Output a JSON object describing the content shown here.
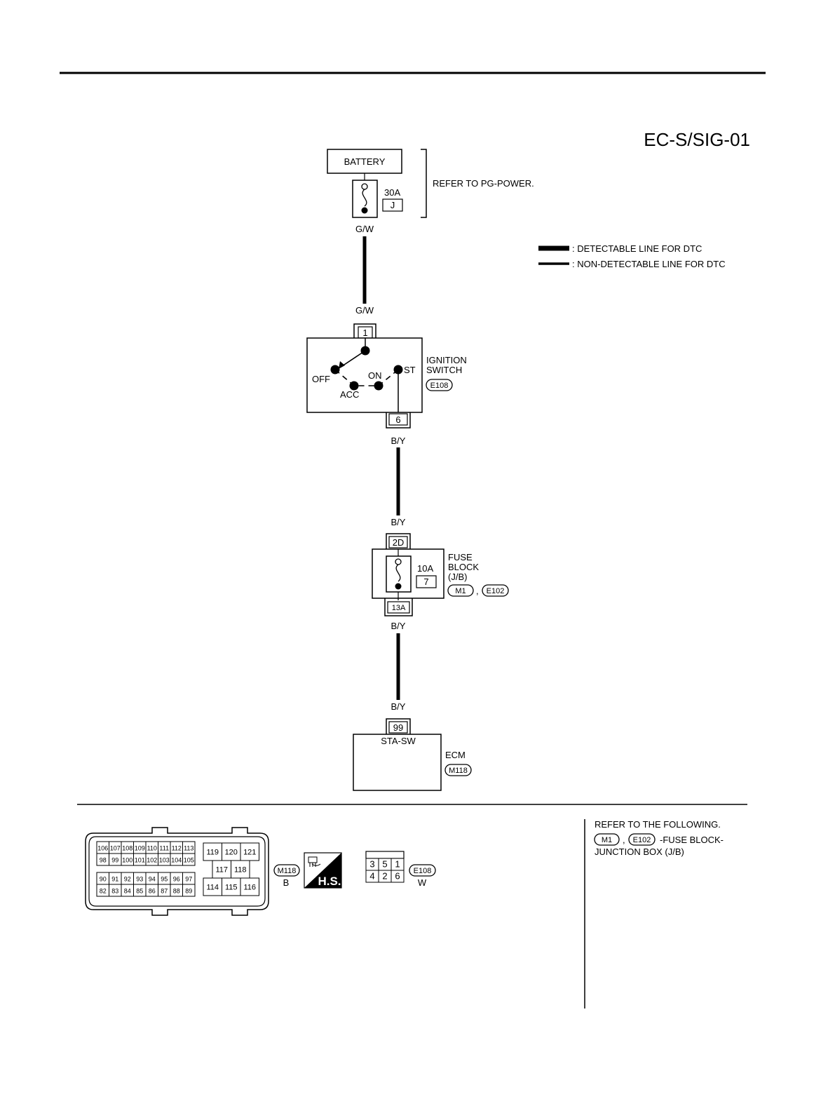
{
  "diagram_code": "EC-S/SIG-01",
  "battery": {
    "label": "BATTERY",
    "fuse_amp": "30A",
    "fuse_id": "J",
    "refer_text": "REFER TO PG-POWER."
  },
  "legend": {
    "detectable": ": DETECTABLE LINE FOR DTC",
    "non_detectable": ": NON-DETECTABLE LINE FOR DTC"
  },
  "wires": {
    "gw_top": "G/W",
    "gw_bottom": "G/W",
    "by_1": "B/Y",
    "by_2": "B/Y",
    "by_3": "B/Y",
    "by_4": "B/Y"
  },
  "ignition_switch": {
    "pin_in": "1",
    "pin_out": "6",
    "title_line1": "IGNITION",
    "title_line2": "SWITCH",
    "connector": "E108",
    "pos_off": "OFF",
    "pos_acc": "ACC",
    "pos_on": "ON",
    "pos_st": "ST"
  },
  "fuse_block": {
    "pin_in": "2D",
    "pin_out": "13A",
    "title_line1": "FUSE",
    "title_line2": "BLOCK",
    "title_line3": "(J/B)",
    "fuse_amp": "10A",
    "fuse_id": "7",
    "connector_a": "M1",
    "connector_b": "E102",
    "separator": ","
  },
  "ecm": {
    "pin": "99",
    "terminal_name": "STA-SW",
    "title": "ECM",
    "connector": "M118"
  },
  "connector_views": {
    "m118": {
      "id": "M118",
      "color": "B",
      "row1": [
        "106",
        "107",
        "108",
        "109",
        "110",
        "111",
        "112",
        "113"
      ],
      "row2": [
        "98",
        "99",
        "100",
        "101",
        "102",
        "103",
        "104",
        "105"
      ],
      "row3": [
        "90",
        "91",
        "92",
        "93",
        "94",
        "95",
        "96",
        "97"
      ],
      "row4": [
        "82",
        "83",
        "84",
        "85",
        "86",
        "87",
        "88",
        "89"
      ],
      "right_top": [
        "119",
        "120",
        "121"
      ],
      "right_mid": [
        "117",
        "118"
      ],
      "right_bot": [
        "114",
        "115",
        "116"
      ]
    },
    "hs_label": "H.S.",
    "e108": {
      "id": "E108",
      "color": "W",
      "row1": [
        "3",
        "5",
        "1"
      ],
      "row2": [
        "4",
        "2",
        "6"
      ]
    }
  },
  "reference": {
    "heading": "REFER TO THE FOLLOWING.",
    "connector_a": "M1",
    "connector_b": "E102",
    "separator": ",",
    "desc_line1": "-FUSE BLOCK-",
    "desc_line2": "JUNCTION BOX (J/B)"
  }
}
